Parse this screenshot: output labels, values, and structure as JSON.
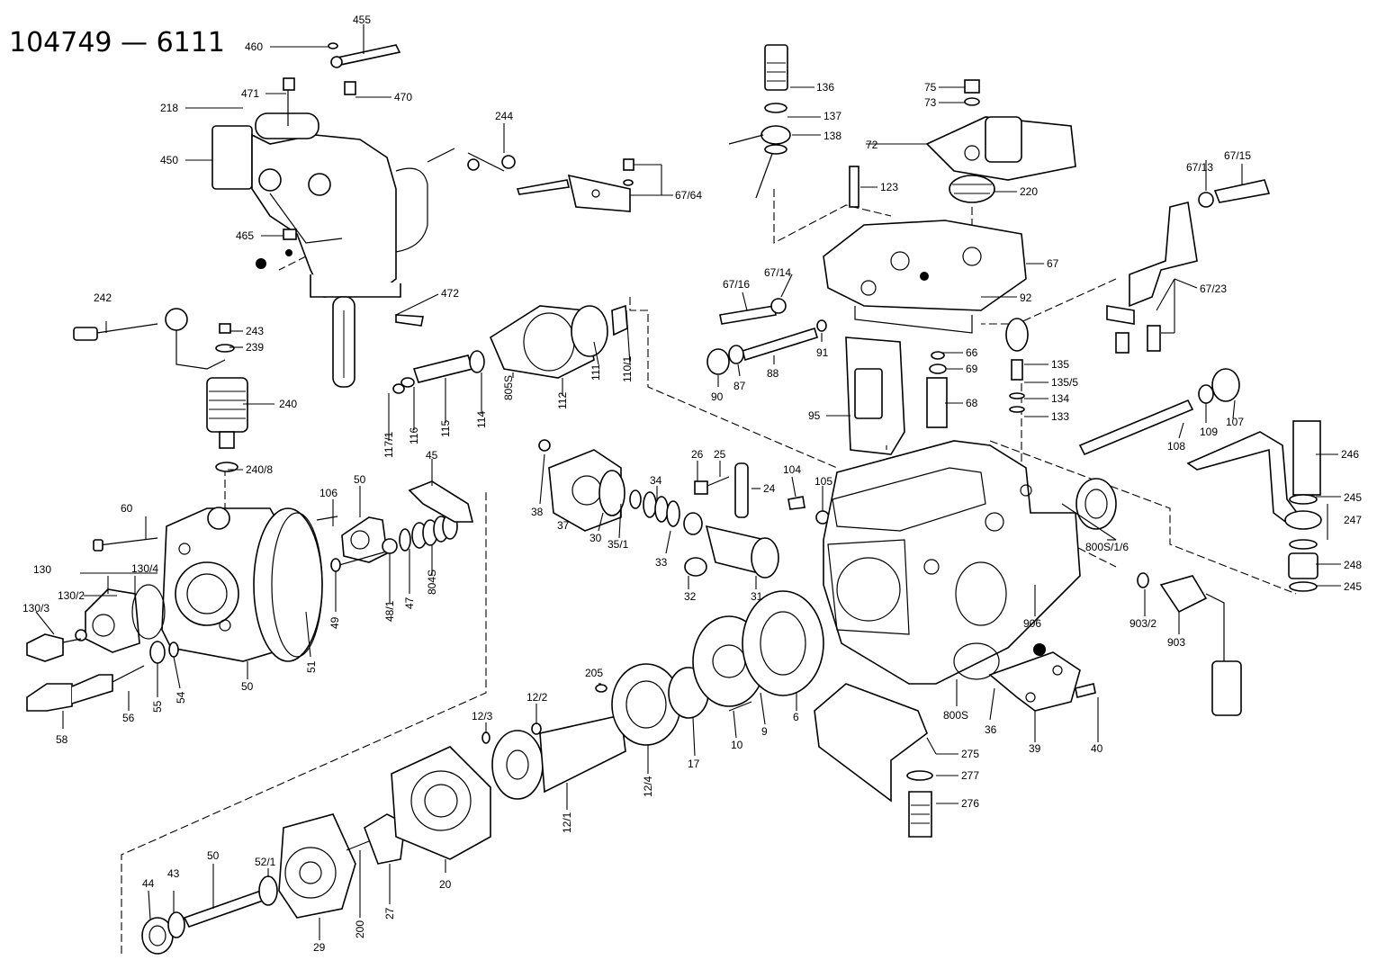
{
  "diagram": {
    "title": "104749 — 6111",
    "labels": {
      "l455": "455",
      "l460": "460",
      "l471": "471",
      "l470": "470",
      "l218": "218",
      "l450": "450",
      "l465": "465",
      "l472": "472",
      "l244": "244",
      "l67_64": "67/64",
      "l136": "136",
      "l137": "137",
      "l138": "138",
      "l75": "75",
      "l73": "73",
      "l72": "72",
      "l220": "220",
      "l123": "123",
      "l67_13": "67/13",
      "l67_15": "67/15",
      "l67": "67",
      "l92": "92",
      "l67_23": "67/23",
      "l67_16": "67/16",
      "l67_14": "67/14",
      "l88": "88",
      "l91": "91",
      "l90": "90",
      "l87": "87",
      "l66": "66",
      "l69": "69",
      "l68": "68",
      "l95": "95",
      "l135": "135",
      "l135_5": "135/5",
      "l134": "134",
      "l133": "133",
      "l107": "107",
      "l109": "109",
      "l108": "108",
      "l246": "246",
      "l245a": "245",
      "l247": "247",
      "l248": "248",
      "l245b": "245",
      "l242": "242",
      "l243": "243",
      "l239": "239",
      "l240": "240",
      "l240_8": "240/8",
      "l110_1": "110/1",
      "l111": "111",
      "l112": "112",
      "l805S": "805S",
      "l114": "114",
      "l115": "115",
      "l116": "116",
      "l117_1": "117/1",
      "l45": "45",
      "l106": "106",
      "l50a": "50",
      "l60": "60",
      "l130": "130",
      "l130_4": "130/4",
      "l130_2": "130/2",
      "l130_3": "130/3",
      "l49": "49",
      "l48_1": "48/1",
      "l47": "47",
      "l804S": "804S",
      "l51": "51",
      "l50b": "50",
      "l54": "54",
      "l55": "55",
      "l56": "56",
      "l58": "58",
      "l38": "38",
      "l37": "37",
      "l30": "30",
      "l35_1": "35/1",
      "l34": "34",
      "l33": "33",
      "l32": "32",
      "l26": "26",
      "l25": "25",
      "l24": "24",
      "l31": "31",
      "l104": "104",
      "l105": "105",
      "l800S_1_6": "800S/1/6",
      "l906": "906",
      "l903_2": "903/2",
      "l903": "903",
      "l800S": "800S",
      "l36": "36",
      "l39": "39",
      "l40": "40",
      "l275": "275",
      "l277": "277",
      "l276": "276",
      "l6": "6",
      "l9": "9",
      "l10": "10",
      "l17": "17",
      "l12_4": "12/4",
      "l205": "205",
      "l12_2": "12/2",
      "l12_3": "12/3",
      "l12_1": "12/1",
      "l20": "20",
      "l27": "27",
      "l200": "200",
      "l29": "29",
      "l52_1": "52/1",
      "l50c": "50",
      "l43": "43",
      "l44": "44"
    }
  }
}
